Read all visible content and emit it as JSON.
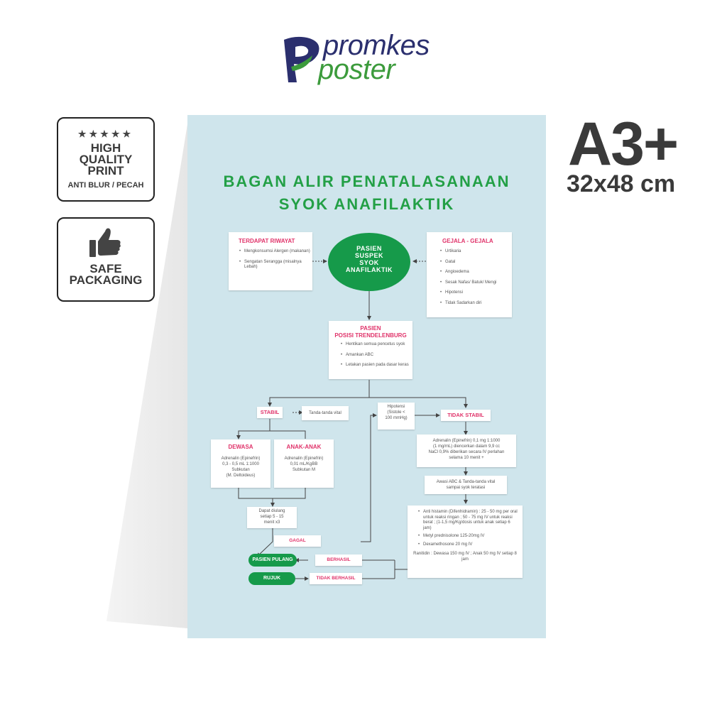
{
  "logo": {
    "line1": "promkes",
    "line2": "poster"
  },
  "badge_quality": {
    "stars": "★★★★★",
    "l1": "HIGH",
    "l2": "QUALITY",
    "l3": "PRINT",
    "l4": "ANTI BLUR / PECAH"
  },
  "badge_packaging": {
    "l1": "SAFE",
    "l2": "PACKAGING"
  },
  "size": {
    "format": "A3+",
    "dimensions": "32x48 cm"
  },
  "poster": {
    "title_l1": "BAGAN ALIR PENATALASANAAN",
    "title_l2": "SYOK ANAFILAKTIK",
    "riwayat": {
      "title": "TERDAPAT RIWAYAT",
      "items": [
        "Mengkonsumsi Alergen (makanan)",
        "Sengatan Serangga (misalnya Lebah)"
      ]
    },
    "start": {
      "l1": "PASIEN",
      "l2": "SUSPEK",
      "l3": "SYOK",
      "l4": "ANAFILAKTIK"
    },
    "gejala": {
      "title": "GEJALA - GEJALA",
      "items": [
        "Urtikaria",
        "Gatal",
        "Angioedema",
        "Sesak Nafas/ Batuk/ Mengi",
        "Hipotensi",
        "Tidak Sadarkan diri"
      ]
    },
    "posisi": {
      "title1": "PASIEN",
      "title2": "POSISI TRENDELENBURG",
      "items": [
        "Hentikan semua pencetus syok",
        "Amankan ABC",
        "Letakan pasien pada dasar keras"
      ]
    },
    "stabil": "STABIL",
    "tanda_vital": "Tanda-tanda vital",
    "hipotensi": {
      "l1": "Hipotensi",
      "l2": "(Sistole <",
      "l3": "100 mmHg)"
    },
    "tidak_stabil": "TIDAK STABIL",
    "dewasa": {
      "title": "DEWASA",
      "l1": "Adrenalin (Epinefrin)",
      "l2": "0,3 - 0,5 mL 1:1000",
      "l3": "Subkutan",
      "l4": "(M. Deltoideus)"
    },
    "anak": {
      "title": "ANAK-ANAK",
      "l1": "Adrenalin (Epinefrin)",
      "l2": "0,01 mL/KgBB",
      "l3": "Subkutan M"
    },
    "adrenalin_iv": {
      "l1": "Adrenalin (Epinefrin) 0,1 mg 1:1000",
      "l2": "(1 mg/mL) diencerkan dalam 9,9 cc",
      "l3": "NaCl 0,9% diberikan secara IV perlahan",
      "l4": "selama 10 menit +"
    },
    "awasi": {
      "l1": "Awasi ABC & Tanda-tanda vital",
      "l2": "sampai syok teratasi"
    },
    "ulang": {
      "l1": "Dapat diulang",
      "l2": "setiap 5 - 15",
      "l3": "menit x3"
    },
    "gagal": "GAGAL",
    "obat": {
      "i1": "Anti histamin (Difenhidramin) : 25 - 50 mg per oral untuk reaksi ringan ; 50 - 75 mg IV untuk reaksi berat ; (1-1,5 mg/Kg/dosis untuk anak setiap 6 jam)",
      "i2": "Metyl prednisolone 125-20mg IV",
      "i3": "Dexamethosone 20 mg IV",
      "ranitidin": "Ranitidin : Dewasa 150 mg IV ; Anak 50 mg IV setiap 8 jam"
    },
    "pasien_pulang": "PASIEN PULANG",
    "berhasil": "BERHASIL",
    "rujuk": "RUJUK",
    "tidak_berhasil": "TIDAK BERHASIL"
  },
  "colors": {
    "poster_bg": "#cfe5ec",
    "green": "#169a4a",
    "title_green": "#23a046",
    "pink": "#e0336a",
    "logo_navy": "#2b2f6e",
    "logo_green": "#3c9b3c"
  }
}
